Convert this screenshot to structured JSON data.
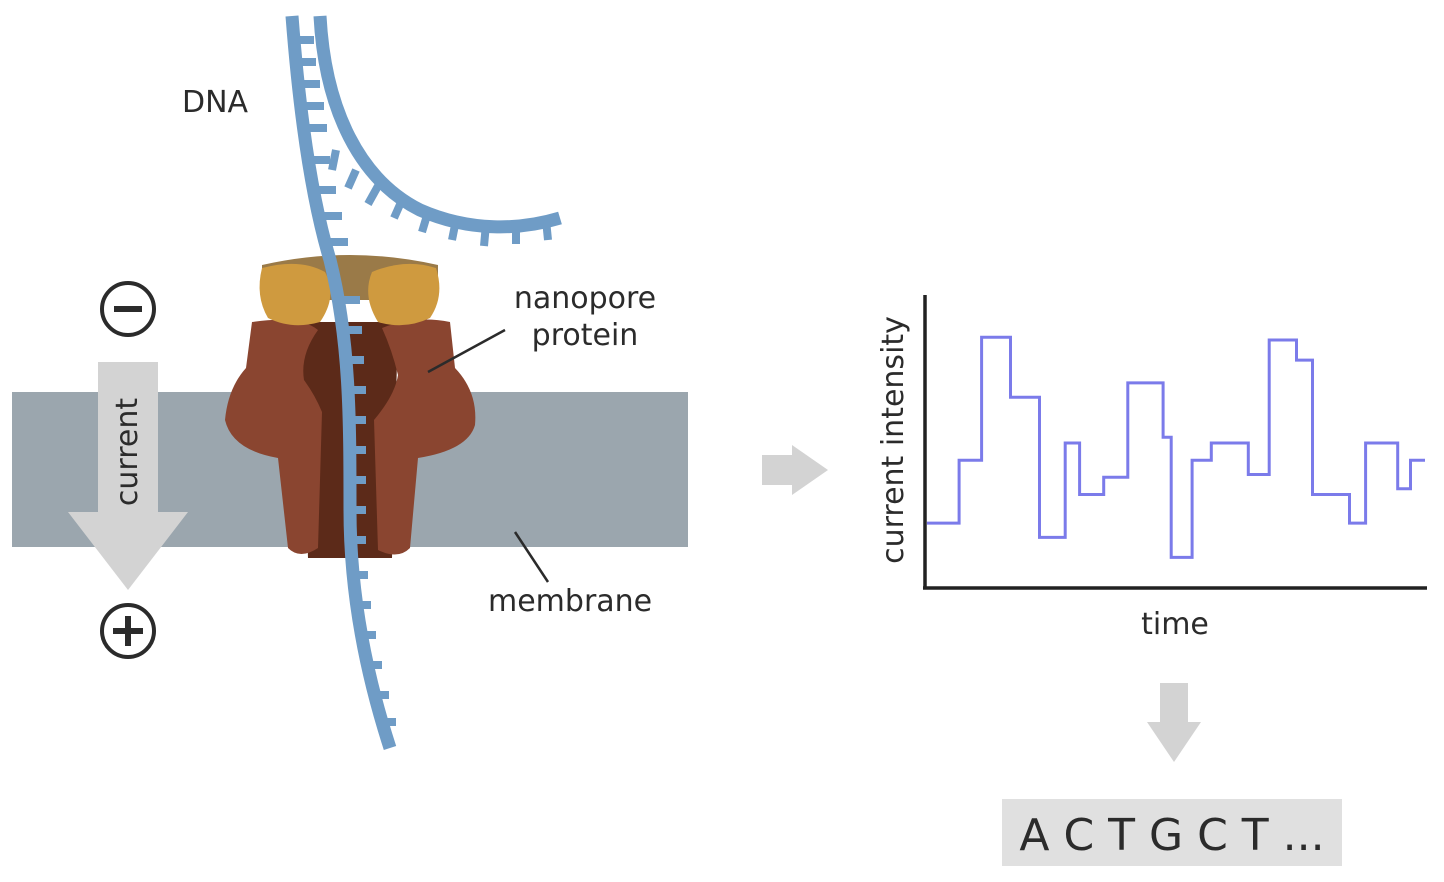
{
  "labels": {
    "dna": "DNA",
    "nanopore_line1": "nanopore",
    "nanopore_line2": "protein",
    "membrane": "membrane",
    "current": "current",
    "y_axis": "current intensity",
    "x_axis": "time",
    "sequence": "A C T G C T ..."
  },
  "icons": {
    "minus": "minus-circle-icon",
    "plus": "plus-circle-icon",
    "arrow_right": "arrow-right-icon",
    "arrow_down": "arrow-down-icon"
  },
  "colors": {
    "dna": "#6f9cc6",
    "membrane": "#9ba6ae",
    "pore_outer": "#8a4530",
    "pore_inner": "#5c2a19",
    "pore_cap": "#cf9a3f",
    "pore_top": "#9a7a48",
    "trace": "#7b7bea",
    "arrow": "#d3d3d3",
    "sequence_box": "#e0e0e0"
  },
  "chart_data": {
    "type": "line",
    "xlabel": "time",
    "ylabel": "current intensity",
    "step": true,
    "series": [
      {
        "values": [
          [
            0,
            0.22
          ],
          [
            2,
            0.22
          ],
          [
            2,
            0.44
          ],
          [
            3.4,
            0.44
          ],
          [
            3.4,
            0.87
          ],
          [
            5.2,
            0.87
          ],
          [
            5.2,
            0.66
          ],
          [
            7,
            0.66
          ],
          [
            7,
            0.17
          ],
          [
            8.6,
            0.17
          ],
          [
            8.6,
            0.5
          ],
          [
            9.5,
            0.5
          ],
          [
            9.5,
            0.32
          ],
          [
            11,
            0.32
          ],
          [
            11,
            0.38
          ],
          [
            12.5,
            0.38
          ],
          [
            12.5,
            0.71
          ],
          [
            14.7,
            0.71
          ],
          [
            14.7,
            0.52
          ],
          [
            15.2,
            0.52
          ],
          [
            15.2,
            0.1
          ],
          [
            16.5,
            0.1
          ],
          [
            16.5,
            0.44
          ],
          [
            17.7,
            0.44
          ],
          [
            17.7,
            0.5
          ],
          [
            20,
            0.5
          ],
          [
            20,
            0.39
          ],
          [
            21.3,
            0.39
          ],
          [
            21.3,
            0.86
          ],
          [
            23,
            0.86
          ],
          [
            23,
            0.79
          ],
          [
            24,
            0.79
          ],
          [
            24,
            0.32
          ],
          [
            26.3,
            0.32
          ],
          [
            26.3,
            0.22
          ],
          [
            27.3,
            0.22
          ],
          [
            27.3,
            0.5
          ],
          [
            29.3,
            0.5
          ],
          [
            29.3,
            0.34
          ],
          [
            30.1,
            0.34
          ],
          [
            30.1,
            0.44
          ],
          [
            31,
            0.44
          ]
        ]
      }
    ]
  }
}
